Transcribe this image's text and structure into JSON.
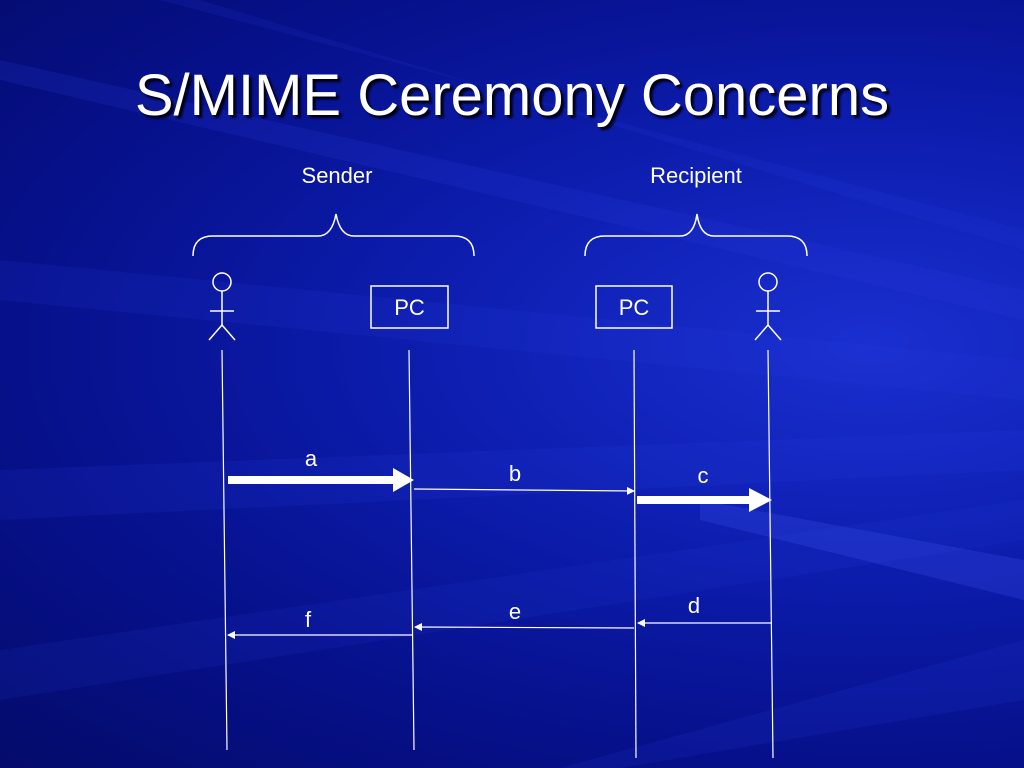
{
  "title": "S/MIME Ceremony Concerns",
  "groups": {
    "sender": "Sender",
    "recipient": "Recipient"
  },
  "boxes": {
    "sender_pc": "PC",
    "recipient_pc": "PC"
  },
  "messages": {
    "a": "a",
    "b": "b",
    "c": "c",
    "d": "d",
    "e": "e",
    "f": "f"
  },
  "colors": {
    "background": "#0a1aa8",
    "foreground": "#ffffff"
  },
  "icons": [
    "sender-person-icon",
    "recipient-person-icon"
  ]
}
